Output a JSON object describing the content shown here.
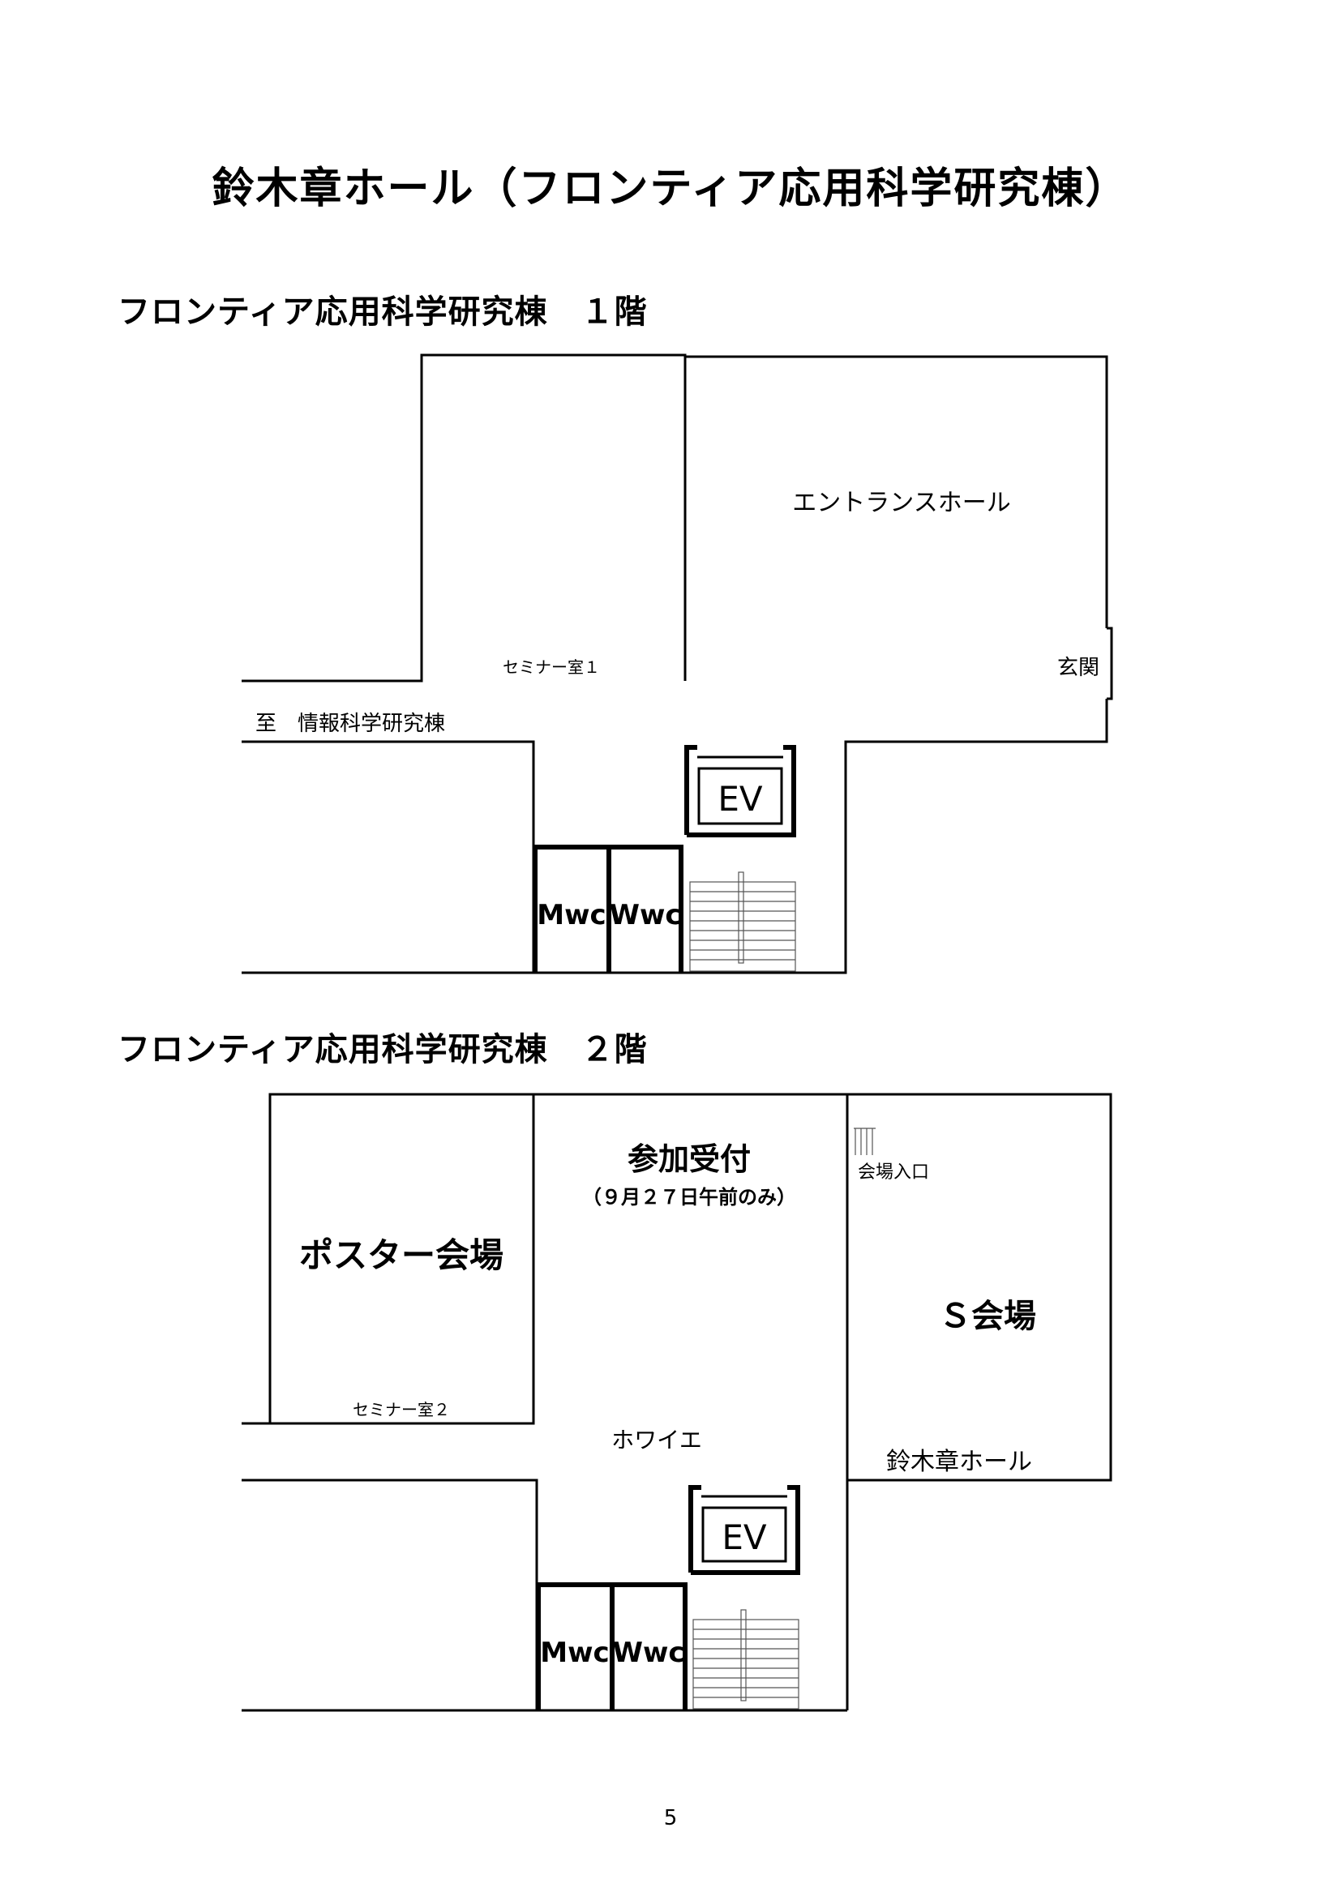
{
  "title": "鈴木章ホール（フロンティア応用科学研究棟）",
  "floor1": {
    "heading": "フロンティア応用科学研究棟　１階",
    "entrance_hall": "エントランスホール",
    "seminar_room_1": "セミナー室１",
    "front_entrance": "玄関",
    "to_info_building": "至　情報科学研究棟",
    "elevator": "EV",
    "mens_wc": "Mwc",
    "womens_wc": "Wwc"
  },
  "floor2": {
    "heading": "フロンティア応用科学研究棟　２階",
    "reception": "参加受付",
    "reception_note": "（９月２７日午前のみ）",
    "poster_venue": "ポスター会場",
    "seminar_room_2": "セミナー室２",
    "venue_entrance": "会場入口",
    "s_venue": "Ｓ会場",
    "suzuki_hall": "鈴木章ホール",
    "foyer": "ホワイエ",
    "elevator": "EV",
    "mens_wc": "Mwc",
    "womens_wc": "Wwc"
  },
  "page_number": "5"
}
